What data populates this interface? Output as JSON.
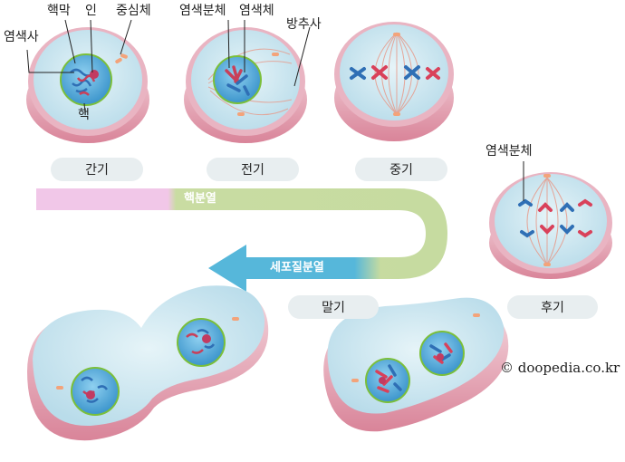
{
  "labels": {
    "nuclear_membrane": "핵막",
    "nucleolus": "인",
    "centrosome": "중심체",
    "chromatin": "염색사",
    "nucleus": "핵",
    "chromatid_prophase": "염색분체",
    "chromosome": "염색체",
    "spindle": "방추사",
    "chromatid_anaphase": "염색분체"
  },
  "phases": {
    "interphase": "간기",
    "prophase": "전기",
    "metaphase": "중기",
    "anaphase": "후기",
    "telophase": "말기"
  },
  "bands": {
    "karyokinesis": "핵분열",
    "cytokinesis": "세포질분열"
  },
  "credit": "© doopedia.co.kr",
  "colors": {
    "cell_rim": "#e6a3b3",
    "cytoplasm": "#cfe9f2",
    "nucleus": "#5aaedc",
    "chromosome_red": "#d9415a",
    "chromosome_blue": "#2f6fb5",
    "karyokinesis_start": "#f0c9e8",
    "karyokinesis_end": "#c6dba0",
    "cytokinesis_arrow": "#58b9dc"
  }
}
